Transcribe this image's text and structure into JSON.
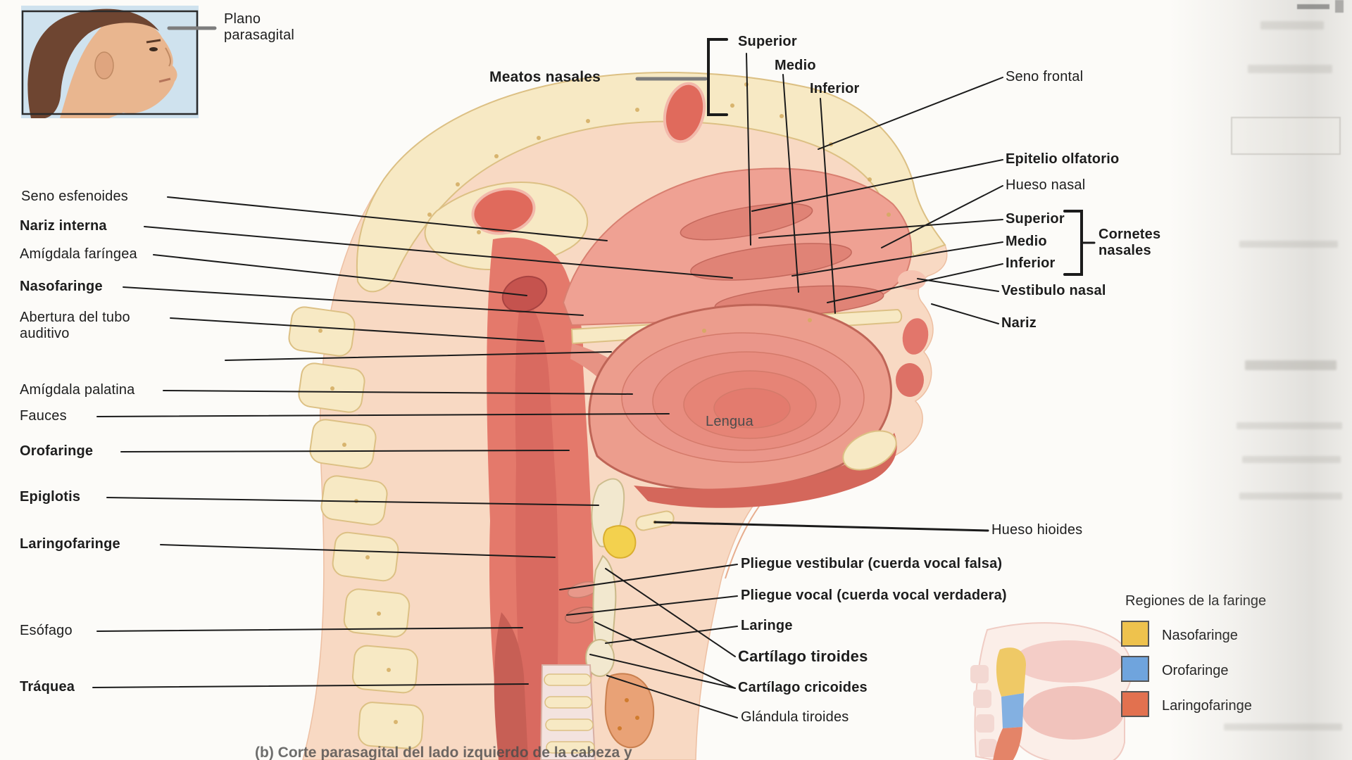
{
  "figure": {
    "caption": "(b) Corte parasagital del lado izquierdo de la cabeza y",
    "inset_photo_label": "Plano parasagital",
    "tongue_label": "Lengua"
  },
  "meatos": {
    "group_label": "Meatos nasales",
    "superior": "Superior",
    "medio": "Medio",
    "inferior": "Inferior"
  },
  "cornetes": {
    "group_label": "Cornetes nasales",
    "superior": "Superior",
    "medio": "Medio",
    "inferior": "Inferior"
  },
  "labels": {
    "seno_frontal": "Seno frontal",
    "epitelio_olfatorio": "Epitelio olfatorio",
    "hueso_nasal": "Hueso nasal",
    "vestibulo_nasal": "Vestibulo nasal",
    "nariz": "Nariz",
    "seno_esfenoides": "Seno esfenoides",
    "nariz_interna": "Nariz interna",
    "amigdala_faringea": "Amígdala faríngea",
    "nasofaringe": "Nasofaringe",
    "abertura_tubo_auditivo": "Abertura del tubo auditivo",
    "amigdala_palatina": "Amígdala palatina",
    "fauces": "Fauces",
    "orofaringe": "Orofaringe",
    "epiglotis": "Epiglotis",
    "laringofaringe": "Laringofaringe",
    "esofago": "Esófago",
    "traquea": "Tráquea",
    "hueso_hioides": "Hueso hioides",
    "pliegue_vestibular": "Pliegue vestibular (cuerda vocal falsa)",
    "pliegue_vocal": "Pliegue vocal (cuerda vocal verdadera)",
    "laringe": "Laringe",
    "cartilago_tiroides": "Cartílago tiroides",
    "cartilago_cricoides": "Cartílago cricoides",
    "glandula_tiroides": "Glándula tiroides"
  },
  "legend": {
    "title": "Regiones de la faringe",
    "items": [
      {
        "label": "Nasofaringe",
        "color": "#eec24d"
      },
      {
        "label": "Orofaringe",
        "color": "#6fa4dd"
      },
      {
        "label": "Laringofaringe",
        "color": "#e2714f"
      }
    ]
  }
}
